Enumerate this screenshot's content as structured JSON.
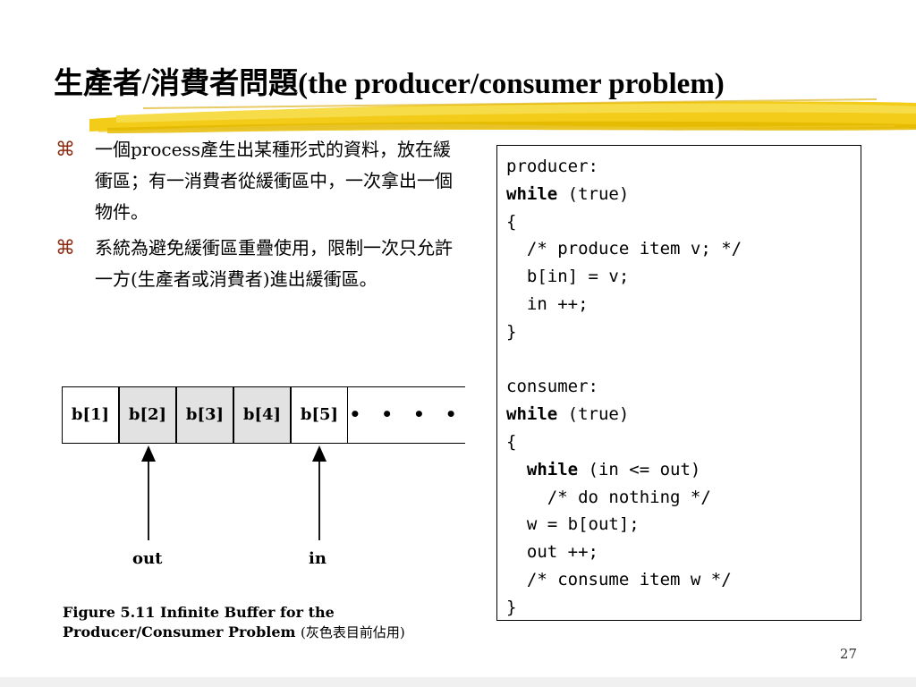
{
  "slide": {
    "title": "生產者/消費者問題(the producer/consumer problem)",
    "bullets": [
      {
        "icon": "⌘",
        "text": "一個process產生出某種形式的資料，放在緩衝區；有一消費者從緩衝區中，一次拿出一個物件。"
      },
      {
        "icon": "⌘",
        "text": "系統為避免緩衝區重疊使用，限制一次只允許一方(生產者或消費者)進出緩衝區。"
      }
    ],
    "code": {
      "l1": "producer:",
      "l2_kw": "while",
      "l2_rest": " (true)",
      "l3": "{",
      "l4": "  /* produce item v; */",
      "l5": "  b[in] = v;",
      "l6": "  in ++;",
      "l7": "}",
      "l8": "",
      "l9": "consumer:",
      "l10_kw": "while",
      "l10_rest": " (true)",
      "l11": "{",
      "l12_pre": "  ",
      "l12_kw": "while",
      "l12_rest": " (in <= out)",
      "l13": "    /* do nothing */",
      "l14": "  w = b[out];",
      "l15": "  out ++;",
      "l16": "  /* consume item w */",
      "l17": "}"
    },
    "buffer": {
      "cells": [
        "b[1]",
        "b[2]",
        "b[3]",
        "b[4]",
        "b[5]"
      ],
      "dots": "• • • •",
      "out_label": "out",
      "in_label": "in",
      "cell_gray_color": "#e2e2e2"
    },
    "caption": {
      "text": "Figure 5.11 Infinite Buffer for the Producer/Consumer Problem",
      "note": "(灰色表目前佔用)"
    },
    "page_number": "27",
    "accent_color": "#f2c600"
  }
}
